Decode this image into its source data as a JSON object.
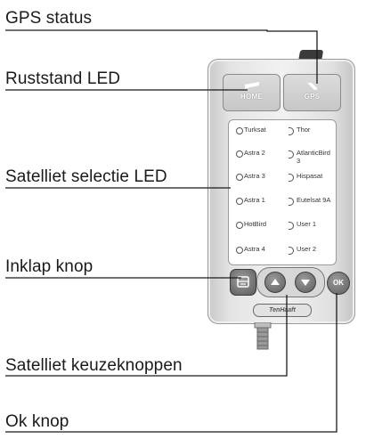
{
  "labels": {
    "gps_status": "GPS status",
    "ruststand_led": "Ruststand LED",
    "satelliet_selectie_led": "Satelliet selectie LED",
    "inklap_knop": "Inklap knop",
    "satelliet_keuzeknoppen": "Satelliet keuzeknoppen",
    "ok_knop": "Ok knop"
  },
  "device": {
    "home_label": "HOME",
    "gps_label": "GPS",
    "ok_label": "OK",
    "brand_label": "TenHaaft",
    "satellites_left": [
      "Turksat",
      "Astra 2",
      "Astra 3",
      "Astra 1",
      "HotBird",
      "Astra 4"
    ],
    "satellites_right": [
      "Thor",
      "AtlanticBird 3",
      "Hispasat",
      "Eutelsat 9A",
      "User 1",
      "User 2"
    ]
  }
}
